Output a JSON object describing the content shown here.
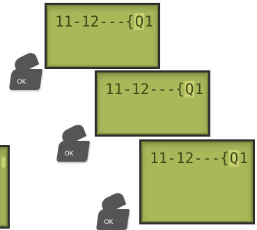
{
  "screens": [
    {
      "text_before": "11-12---{",
      "highlight": "Q",
      "text_after": "1"
    },
    {
      "text_before": "11-12---{",
      "highlight": "Q",
      "text_after": "1"
    },
    {
      "text_before": "11-12---{",
      "highlight": "Q",
      "text_after": "1"
    }
  ],
  "buttons": [
    {
      "label": "OK"
    },
    {
      "label": "OK"
    },
    {
      "label": "OK"
    }
  ]
}
